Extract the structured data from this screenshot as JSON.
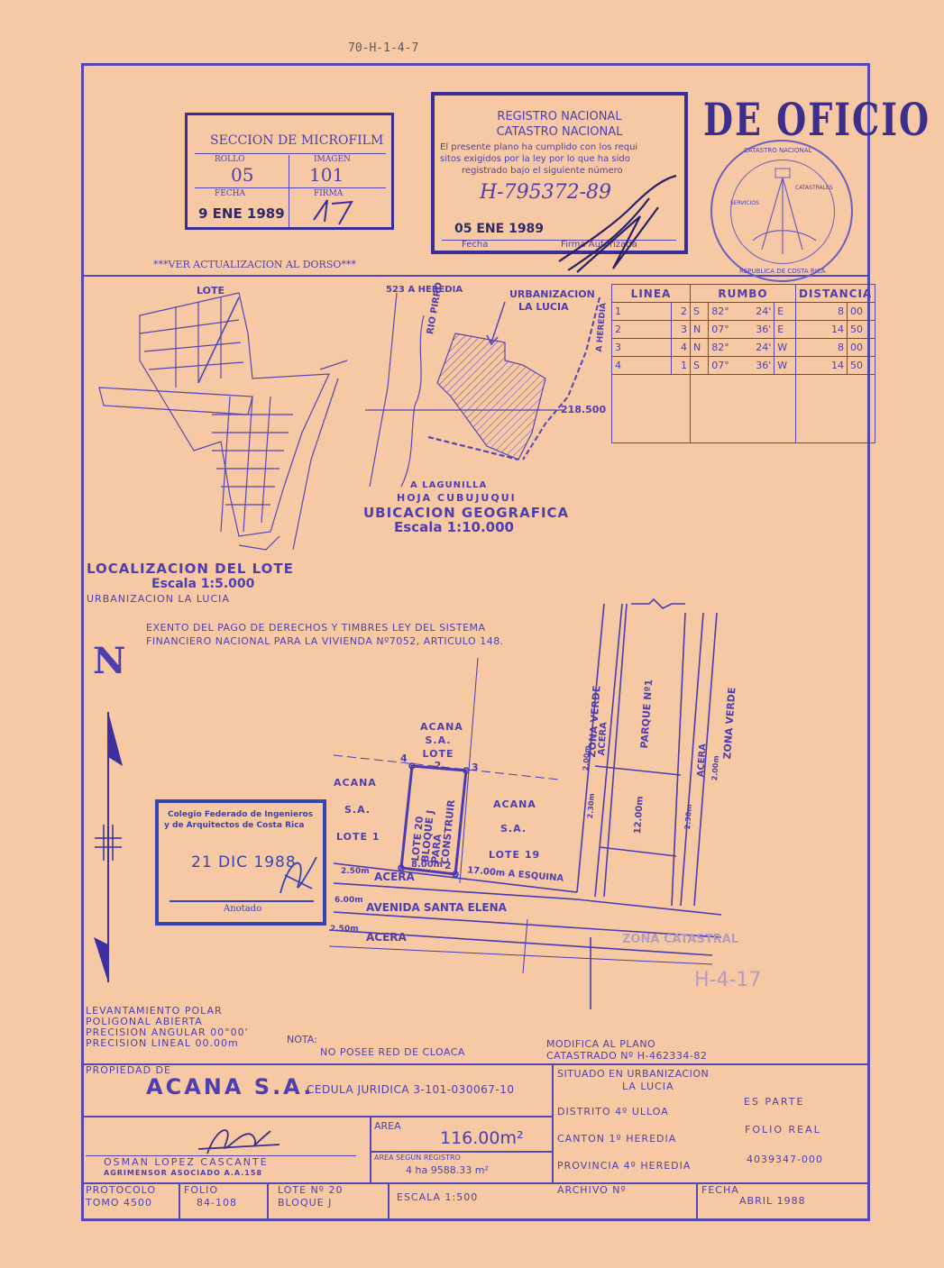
{
  "header_code": "70-H-1-4-7",
  "microfilm": {
    "title": "SECCION DE MICROFILM",
    "rollo_label": "ROLLO",
    "rollo": "05",
    "imagen_label": "IMAGEN",
    "imagen": "101",
    "fecha_label": "FECHA",
    "fecha": "9 ENE 1989",
    "firma_label": "FIRMA",
    "note": "***VER ACTUALIZACION AL DORSO***"
  },
  "registro": {
    "line1": "REGISTRO NACIONAL",
    "line2": "CATASTRO NACIONAL",
    "body1": "El presente plano ha cumplido con los requi",
    "body2": "sitos exigidos por la ley por lo que ha sido",
    "body3": "registrado bajo el siguiente número",
    "numero": "H-795372-89",
    "fecha": "05 ENE 1989",
    "fecha_label": "Fecha",
    "firma_label": "Firma Autorizada"
  },
  "de_oficio": "DE OFICIO",
  "seal": {
    "top": "CATASTRO NACIONAL",
    "bottom": "REPUBLICA DE COSTA RICA",
    "left": "SERVICIOS",
    "right": "CATASTRALES"
  },
  "localizacion": {
    "lote_label": "LOTE",
    "title": "LOCALIZACION DEL LOTE",
    "escala": "Escala 1:5.000",
    "sub": "URBANIZACION LA LUCIA"
  },
  "ubicacion": {
    "top_label": "523 A HEREDIA",
    "urb": "URBANIZACION",
    "urb2": "LA LUCIA",
    "rio": "RIO PIRRO",
    "heredia": "A HEREDIA",
    "coord": "218.500",
    "lagunilla": "A LAGUNILLA",
    "hoja": "HOJA CUBUJUQUI",
    "title": "UBICACION GEOGRAFICA",
    "escala": "Escala 1:10.000"
  },
  "rumbos": {
    "headers": [
      "LINEA",
      "RUMBO",
      "DISTANCIA"
    ],
    "rows": [
      [
        "1",
        "2",
        "S",
        "82°",
        "24'",
        "E",
        "8",
        "00"
      ],
      [
        "2",
        "3",
        "N",
        "07°",
        "36'",
        "E",
        "14",
        "50"
      ],
      [
        "3",
        "4",
        "N",
        "82°",
        "24'",
        "W",
        "8",
        "00"
      ],
      [
        "4",
        "1",
        "S",
        "07°",
        "36'",
        "W",
        "14",
        "50"
      ]
    ]
  },
  "exento": {
    "line1": "EXENTO DEL PAGO DE DERECHOS Y TIMBRES LEY DEL SISTEMA",
    "line2": "FINANCIERO NACIONAL PARA LA VIVIENDA Nº7052, ARTICULO 148."
  },
  "north": "N",
  "plan": {
    "acana_lote2": [
      "ACANA",
      "S.A.",
      "LOTE 2"
    ],
    "acana_lote1": [
      "ACANA",
      "S.A.",
      "LOTE 1"
    ],
    "acana_lote19": [
      "ACANA",
      "S.A.",
      "LOTE 19"
    ],
    "lote20": [
      "LOTE 20",
      "BLOQUE J",
      "PARA",
      "CONSTRUIR"
    ],
    "p1": "1",
    "p2": "2",
    "p3": "3",
    "p4": "4",
    "d8": "8.00m",
    "esquina": "17.00m A ESQUINA",
    "acera_top": "ACERA",
    "avenida": "AVENIDA SANTA ELENA",
    "acera_bot": "ACERA",
    "m250a": "2.50m",
    "m600": "6.00m",
    "m250b": "2.50m",
    "zona_verde_l": "ZONA VERDE",
    "zona_verde_r": "ZONA VERDE",
    "acera_l": "ACERA",
    "acera_r": "ACERA",
    "m200l": "2.00m",
    "m200r": "2.00m",
    "m230l": "2.30m",
    "m230r": "2.30m",
    "parque": "PARQUE Nº1",
    "m1200": "12.00m"
  },
  "colegio": {
    "line1": "Colegio Federado de Ingenieros",
    "line2": "y de Arquitectos de Costa Rica",
    "fecha": "21 DIC 1988",
    "anotado": "Anotado"
  },
  "levantamiento": [
    "LEVANTAMIENTO POLAR",
    "POLIGONAL ABIERTA",
    "PRECISION ANGULAR 00°00'",
    "PRECISION LINEAL 00.00m"
  ],
  "nota_label": "NOTA:",
  "nota": "NO POSEE RED DE CLOACA",
  "modifica1": "MODIFICA AL PLANO",
  "modifica2": "CATASTRADO Nº H-462334-82",
  "titleblock": {
    "propiedad_label": "PROPIEDAD DE",
    "propietario": "ACANA S.A.",
    "cedula": "CEDULA JURIDICA 3-101-030067-10",
    "situado1": "SITUADO EN URBANIZACION",
    "situado2": "LA LUCIA",
    "distrito": "DISTRITO 4º ULLOA",
    "canton": "CANTON 1º HEREDIA",
    "provincia": "PROVINCIA 4º HEREDIA",
    "es_parte": "ES PARTE",
    "folio_real": "FOLIO REAL",
    "folio_num": "4039347-000",
    "area_label": "AREA",
    "area": "116.00m²",
    "area_reg_label": "AREA SEGUN REGISTRO",
    "area_reg": "4 ha 9588.33 m²",
    "agrimensor": "OSMAN LOPEZ CASCANTE",
    "agrimensor_sub": "AGRIMENSOR ASOCIADO A.A.158",
    "protocolo_label": "PROTOCOLO",
    "tomo": "TOMO 4500",
    "folio_label": "FOLIO",
    "folio": "84-108",
    "lote_label": "LOTE Nº 20",
    "bloque": "BLOQUE J",
    "escala": "ESCALA 1:500",
    "archivo": "ARCHIVO Nº",
    "fecha_label": "FECHA",
    "fecha": "ABRIL 1988"
  },
  "zona_catastral": {
    "title": "ZONA CATASTRAL",
    "codigo": "H-4-17"
  }
}
